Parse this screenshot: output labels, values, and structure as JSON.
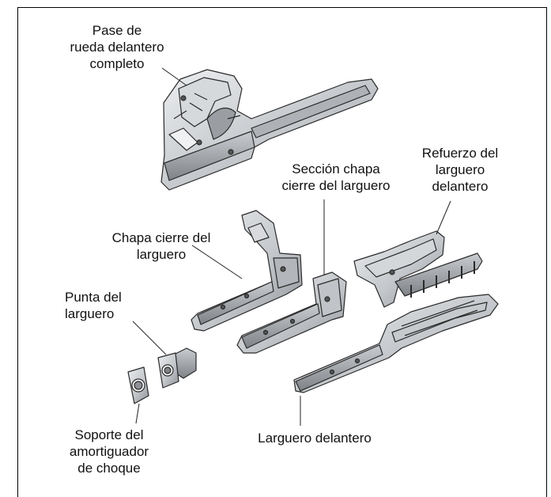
{
  "labels": {
    "pase": "Pase de\nrueda delantero\ncompleto",
    "seccion": "Sección chapa\ncierre del larguero",
    "refuerzo": "Refuerzo del\nlarguero\ndelantero",
    "chapa": "Chapa cierre del\nlarguero",
    "punta": "Punta del\nlarguero",
    "soporte": "Soporte del\namortiguador\nde choque",
    "larguero": "Larguero delantero"
  },
  "colors": {
    "metal_light": "#e2e4e6",
    "metal_mid": "#b9bcc0",
    "metal_dark": "#7d8186",
    "outline": "#2a2a2a"
  }
}
